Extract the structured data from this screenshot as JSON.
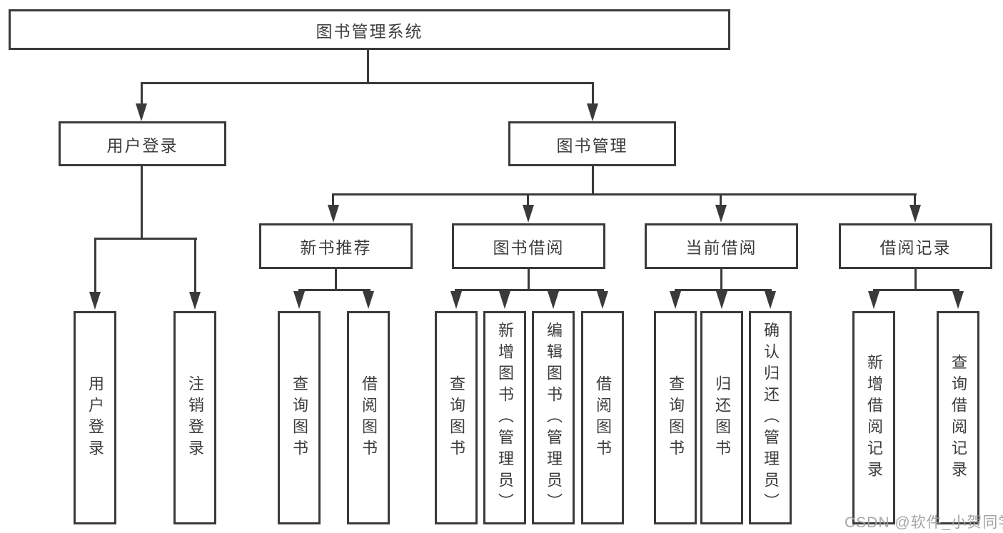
{
  "diagram": {
    "root": {
      "label": "图书管理系统"
    },
    "branches": [
      {
        "label": "用户登录",
        "leaves": [
          {
            "label": "用户登录"
          },
          {
            "label": "注销登录"
          }
        ]
      },
      {
        "label": "图书管理",
        "groups": [
          {
            "label": "新书推荐",
            "leaves": [
              {
                "label": "查询图书"
              },
              {
                "label": "借阅图书"
              }
            ]
          },
          {
            "label": "图书借阅",
            "leaves": [
              {
                "label": "查询图书"
              },
              {
                "label": "新增图书（管理员）"
              },
              {
                "label": "编辑图书（管理员）"
              },
              {
                "label": "借阅图书"
              }
            ]
          },
          {
            "label": "当前借阅",
            "leaves": [
              {
                "label": "查询图书"
              },
              {
                "label": "归还图书"
              },
              {
                "label": "确认归还（管理员）"
              }
            ]
          },
          {
            "label": "借阅记录",
            "leaves": [
              {
                "label": "新增借阅记录"
              },
              {
                "label": "查询借阅记录"
              }
            ]
          }
        ]
      }
    ]
  },
  "watermark": {
    "text": "CSDN @软件_小贺同学"
  },
  "colors": {
    "line": "#3a3a3a",
    "text": "#3c3c3c",
    "watermark": "#9e9e9e",
    "background": "#ffffff"
  }
}
